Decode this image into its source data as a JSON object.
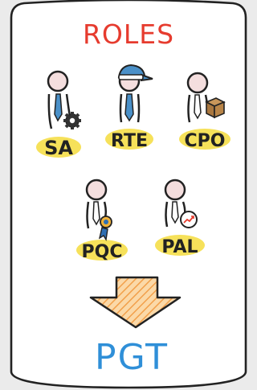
{
  "title": "ROLES",
  "roles": [
    {
      "label": "SA",
      "accessory": "gear-icon",
      "tie_color": "#4a90c8"
    },
    {
      "label": "RTE",
      "accessory": "cap-icon",
      "tie_color": "#4a90c8"
    },
    {
      "label": "CPO",
      "accessory": "box-icon",
      "tie_color": "#ffffff"
    },
    {
      "label": "PQC",
      "accessory": "medal-icon",
      "tie_color": "#ffffff"
    },
    {
      "label": "PAL",
      "accessory": "growth-badge-icon",
      "tie_color": "#ffffff"
    }
  ],
  "result": "PGT",
  "colors": {
    "title": "#e63b2e",
    "result": "#2f8fd8",
    "highlight": "#f6e15a",
    "arrow_fill": "#f9c27a",
    "panel": "#ffffff",
    "background": "#ebebeb",
    "ink": "#222222"
  }
}
